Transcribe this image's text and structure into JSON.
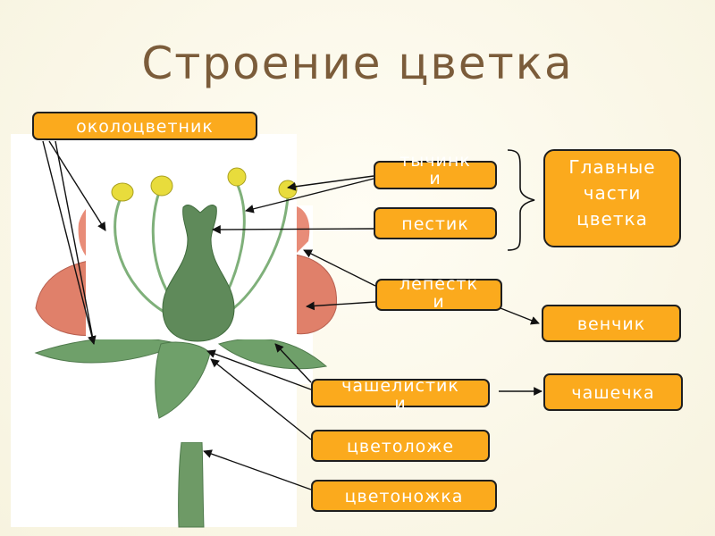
{
  "title": "Строение цветка",
  "labels": {
    "perianth": "околоцветник",
    "stamens_line1": "тычинк",
    "stamens_line2": "и",
    "pistil": "пестик",
    "main_parts_line1": "Главные",
    "main_parts_line2": "части",
    "main_parts_line3": "цветка",
    "petals_line1": "лепестк",
    "petals_line2": "и",
    "corolla": "венчик",
    "sepals_line1": "чашелистик",
    "sepals_line2": "и",
    "calyx": "чашечка",
    "receptacle": "цветоложе",
    "pedicel": "цветоножка"
  },
  "colors": {
    "label_fill": "#fbaa1d",
    "title": "#7b5c3a",
    "petal": "#e0806a",
    "leaf": "#6fa06a",
    "pistil": "#5f8a5a",
    "anther": "#e8dc3c"
  }
}
